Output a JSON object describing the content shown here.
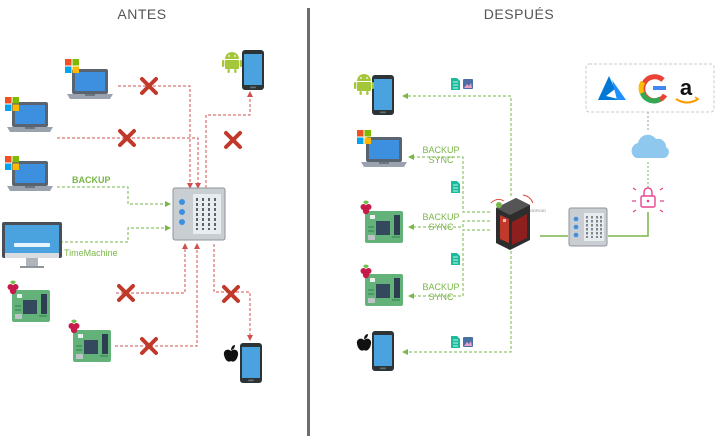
{
  "titles": {
    "before": "ANTES",
    "after": "DESPUÉS"
  },
  "labels": {
    "backup": "BACKUP",
    "timemachine": "TimeMachine",
    "sync_line1": "BACKUP",
    "sync_line2": "SYNC"
  },
  "colors": {
    "red_link": "#d05050",
    "green_link": "#7ab648",
    "divider": "#6d6d6d",
    "cross": "#c0392b"
  },
  "icons": [
    "laptop-icon",
    "windows-icon",
    "imac-icon",
    "raspberry-pi-icon",
    "android-icon",
    "apple-icon",
    "phone-icon",
    "nas-icon",
    "server-icon",
    "cloud-icon",
    "lock-icon",
    "azure-icon",
    "google-icon",
    "amazon-icon",
    "file-icon"
  ]
}
